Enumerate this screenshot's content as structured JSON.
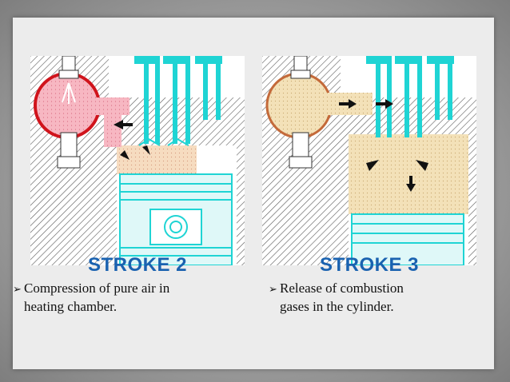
{
  "colors": {
    "heading": "#1a62b0",
    "cyan": "#1fd4d4",
    "hatch": "#5a5a5a",
    "red": "#d0141c",
    "pink": "#f4a3b0",
    "sand": "#f3e1b8"
  },
  "panels": [
    {
      "stroke_title": "STROKE 2",
      "bullet_symbol": "➢",
      "bullet_line1": "Compression of pure air in",
      "bullet_line2": "heating chamber."
    },
    {
      "stroke_title": "STROKE 3",
      "bullet_symbol": "➢",
      "bullet_line1": "Release of combustion",
      "bullet_line2": "gases in the cylinder."
    }
  ]
}
